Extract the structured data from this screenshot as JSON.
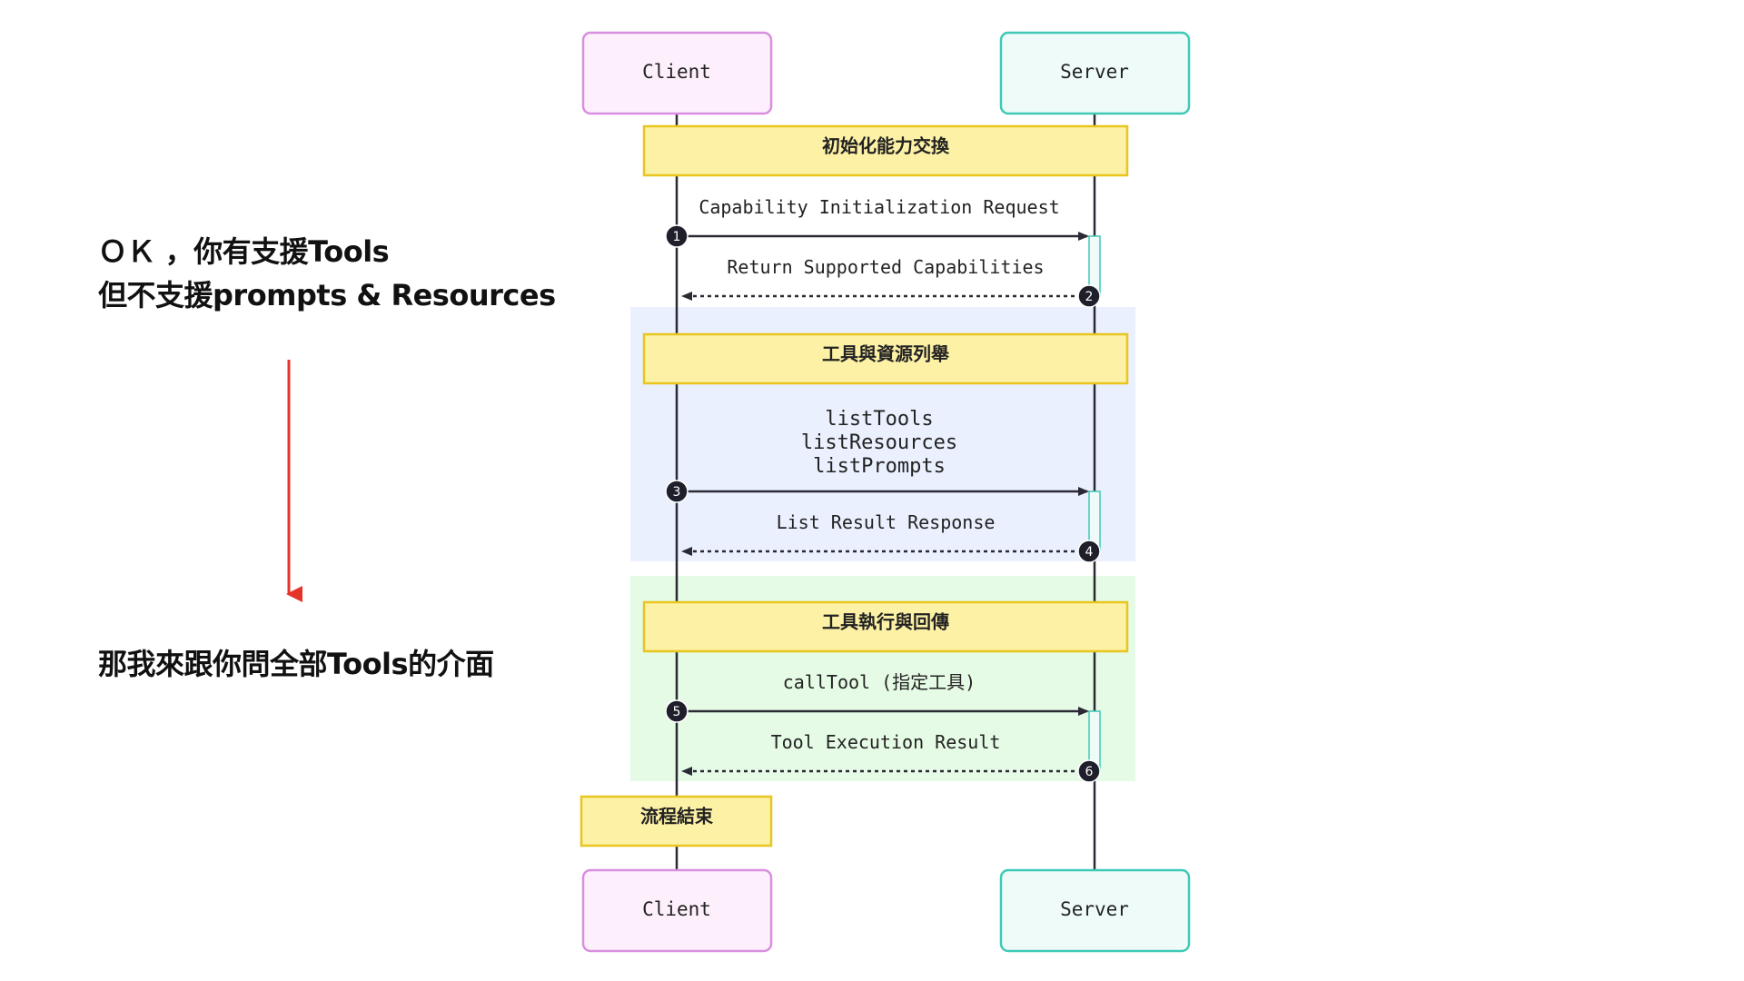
{
  "notes": {
    "line1": "ＯＫ ，你有支援Tools",
    "line2": "但不支援prompts & Resources",
    "line3": "那我來跟你問全部Tools的介面"
  },
  "participants": {
    "client": "Client",
    "server": "Server"
  },
  "sections": {
    "init": "初始化能力交換",
    "enumerate": "工具與資源列舉",
    "execute": "工具執行與回傳",
    "end": "流程結束"
  },
  "messages": {
    "m1": "Capability Initialization Request",
    "m2": "Return Supported Capabilities",
    "m3a": "listTools",
    "m3b": "listResources",
    "m3c": "listPrompts",
    "m4": "List Result Response",
    "m5": "callTool (指定工具)",
    "m6": "Tool Execution Result"
  },
  "steps": {
    "s1": "1",
    "s2": "2",
    "s3": "3",
    "s4": "4",
    "s5": "5",
    "s6": "6"
  },
  "colors": {
    "client_border": "#d98ee0",
    "client_fill": "#fdf0fc",
    "server_border": "#3fc9b6",
    "server_fill": "#eefbf9",
    "note_fill": "#fdf1a6",
    "note_border": "#e8c51f",
    "enumerate_bg": "#eaf0fe",
    "execute_bg": "#e6fbe6",
    "arrow": "#2a2a35",
    "annotation_arrow": "#e5332a"
  }
}
